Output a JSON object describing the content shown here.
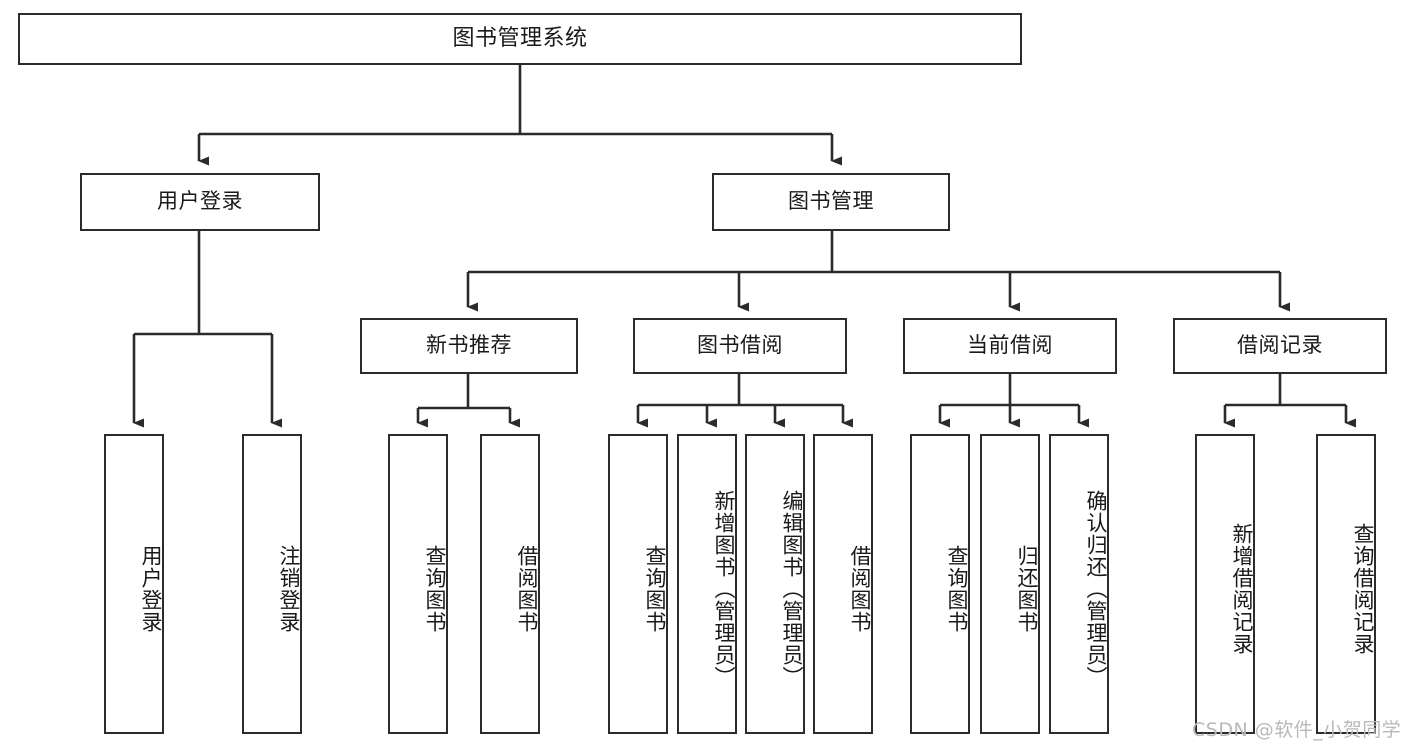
{
  "diagram": {
    "title": "图书管理系统",
    "type": "tree-hierarchy-diagram",
    "orientation": "top-down",
    "colors": {
      "box_border": "#2b2b2b",
      "box_fill": "#ffffff",
      "edge": "#2b2b2b",
      "text": "#1a1a1a",
      "watermark": "#b9b9b9",
      "background": "#ffffff"
    }
  },
  "nodes": {
    "root": {
      "label": "图书管理系统",
      "level": 0
    },
    "level1": [
      {
        "id": "user-login",
        "label": "用户登录"
      },
      {
        "id": "book-manage",
        "label": "图书管理"
      }
    ],
    "level2": [
      {
        "id": "new-book-recommend",
        "label": "新书推荐",
        "parent": "book-manage"
      },
      {
        "id": "book-borrow",
        "label": "图书借阅",
        "parent": "book-manage"
      },
      {
        "id": "current-borrow",
        "label": "当前借阅",
        "parent": "book-manage"
      },
      {
        "id": "borrow-record",
        "label": "借阅记录",
        "parent": "book-manage"
      }
    ],
    "leaves": {
      "user-login": [
        {
          "id": "leaf-user-login",
          "label": "用户登录"
        },
        {
          "id": "leaf-user-logout",
          "label": "注销登录"
        }
      ],
      "new-book-recommend": [
        {
          "id": "leaf-query-book-1",
          "label": "查询图书"
        },
        {
          "id": "leaf-borrow-book-1",
          "label": "借阅图书"
        }
      ],
      "book-borrow": [
        {
          "id": "leaf-query-book-2",
          "label": "查询图书"
        },
        {
          "id": "leaf-add-book",
          "label": "新增图书（管理员）"
        },
        {
          "id": "leaf-edit-book",
          "label": "编辑图书（管理员）"
        },
        {
          "id": "leaf-borrow-book-2",
          "label": "借阅图书"
        }
      ],
      "current-borrow": [
        {
          "id": "leaf-query-book-3",
          "label": "查询图书"
        },
        {
          "id": "leaf-return-book",
          "label": "归还图书"
        },
        {
          "id": "leaf-confirm-return",
          "label": "确认归还（管理员）"
        }
      ],
      "borrow-record": [
        {
          "id": "leaf-add-record",
          "label": "新增借阅记录"
        },
        {
          "id": "leaf-query-record",
          "label": "查询借阅记录"
        }
      ]
    }
  },
  "watermark": {
    "text": "CSDN @软件_小贺同学"
  }
}
